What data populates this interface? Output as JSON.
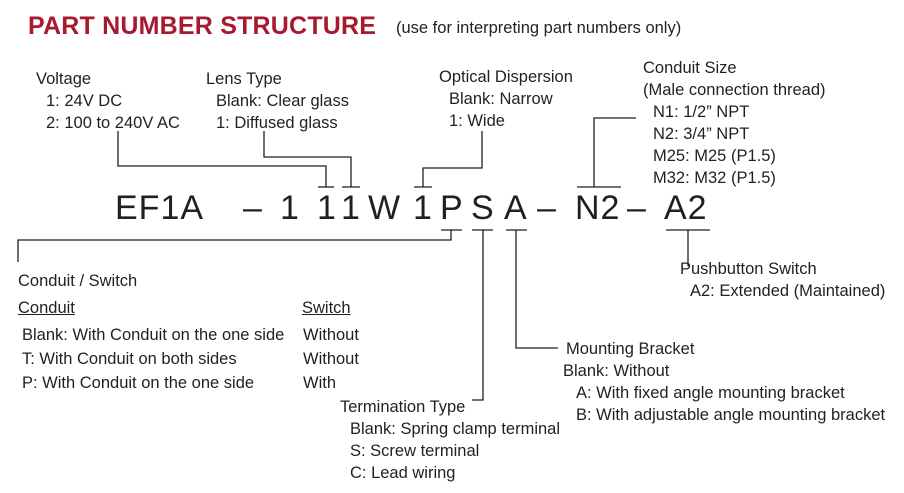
{
  "title": "PART NUMBER STRUCTURE",
  "title_note": "(use for interpreting part numbers only)",
  "part_number": {
    "p1": "EF1A",
    "d1": "–",
    "voltage": "1",
    "lens": "1",
    "w": "W",
    "dispersion": "1",
    "conduit": "P",
    "termination": "S",
    "bracket": "A",
    "d2": "–",
    "conduit_size": "N2",
    "d3": "–",
    "pushbutton": "A2"
  },
  "voltage": {
    "heading": "Voltage",
    "options": [
      "1: 24V DC",
      "2: 100 to 240V AC"
    ]
  },
  "lens": {
    "heading": "Lens Type",
    "options": [
      "Blank:  Clear glass",
      "1: Diffused glass"
    ]
  },
  "dispersion": {
    "heading": "Optical Dispersion",
    "options": [
      "Blank: Narrow",
      "1: Wide"
    ]
  },
  "conduit_size": {
    "heading": "Conduit Size",
    "subheading": "(Male connection thread)",
    "options": [
      "N1: 1/2” NPT",
      "N2: 3/4” NPT",
      "M25: M25 (P1.5)",
      "M32: M32 (P1.5)"
    ]
  },
  "pushbutton": {
    "heading": "Pushbutton Switch",
    "options": [
      "A2: Extended (Maintained)"
    ]
  },
  "conduit_switch": {
    "heading": "Conduit / Switch",
    "col1_header": "Conduit",
    "col2_header": "Switch",
    "rows": [
      {
        "conduit": "Blank: With Conduit on the one side",
        "switch": "Without"
      },
      {
        "conduit": "T: With Conduit on both sides",
        "switch": "Without"
      },
      {
        "conduit": "P: With Conduit on the one side",
        "switch": "With"
      }
    ]
  },
  "mounting": {
    "heading": "Mounting Bracket",
    "options": [
      "Blank: Without",
      "A: With fixed angle mounting bracket",
      "B: With adjustable angle mounting bracket"
    ]
  },
  "termination": {
    "heading": "Termination Type",
    "options": [
      "Blank: Spring clamp terminal",
      "S: Screw terminal",
      "C: Lead wiring"
    ]
  },
  "colors": {
    "title": "#a6192e",
    "text": "#231f20",
    "lines": "#231f20"
  }
}
